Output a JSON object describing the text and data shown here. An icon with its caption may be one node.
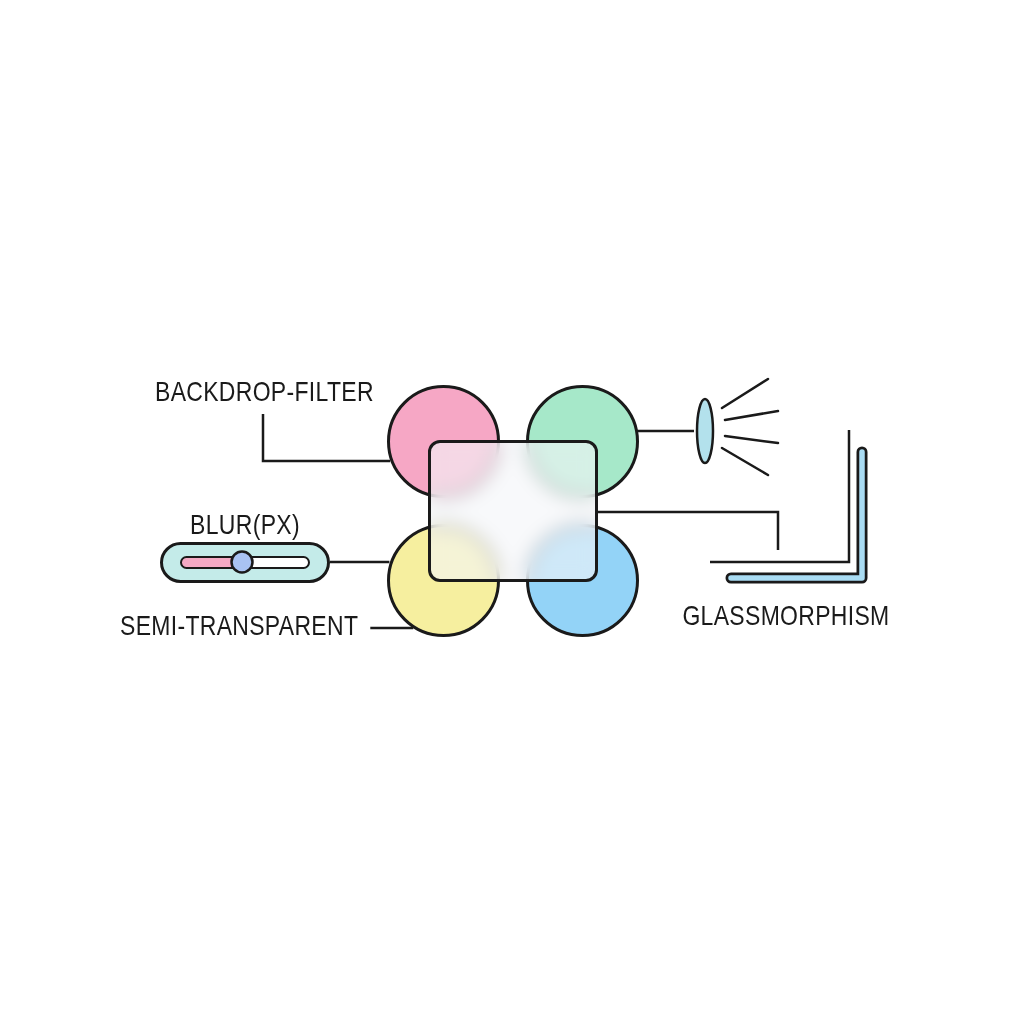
{
  "diagram": {
    "nodes": [
      {
        "text": [
          "BACKDROP-FILTER"
        ]
      },
      {
        "text": [],
        "shape": "circle"
      },
      {
        "text": [],
        "shape": "circle"
      },
      {
        "text": [],
        "shape": "picture"
      },
      {
        "text": [],
        "shape": "box"
      },
      {
        "text": [],
        "shape": "picture"
      },
      {
        "text": [
          "BLUR(PX)"
        ]
      },
      {
        "text": [],
        "shape": "circle"
      },
      {
        "text": [],
        "shape": "circle"
      },
      {
        "text": [
          "SEMI-TRANSPARENT"
        ]
      }
    ],
    "edges": [
      {
        "from": 0,
        "to": 1,
        "arrow": "none"
      },
      {
        "from": 2,
        "to": 3,
        "arrow": "none"
      },
      {
        "from": 4,
        "to": 5,
        "arrow": "none"
      },
      {
        "from": 6,
        "to": 7,
        "arrow": "none"
      },
      {
        "from": 9,
        "to": 7,
        "arrow": "none"
      }
    ],
    "labels": [
      "GLASSMORPHISM"
    ]
  }
}
